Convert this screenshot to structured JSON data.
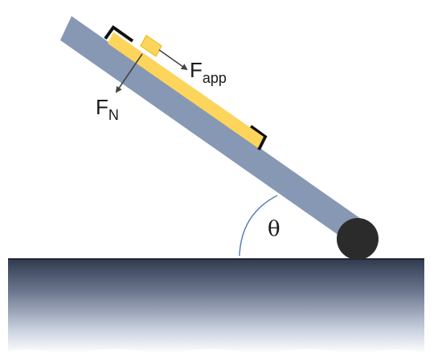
{
  "diagram": {
    "labels": {
      "applied_force": {
        "main": "F",
        "sub": "app"
      },
      "normal_force": {
        "main": "F",
        "sub": "N"
      },
      "angle": "θ"
    },
    "colors": {
      "incline": "#8798b4",
      "pad": "#fdd55c",
      "pad_edge": "#e6b800",
      "bracket": "#111111",
      "pivot": "#2b2b2b",
      "arrow": "#444444",
      "angle_arc": "#5b7fb5",
      "ground_top": "#2f3a4e",
      "ground_bottom": "#ffffff"
    }
  }
}
